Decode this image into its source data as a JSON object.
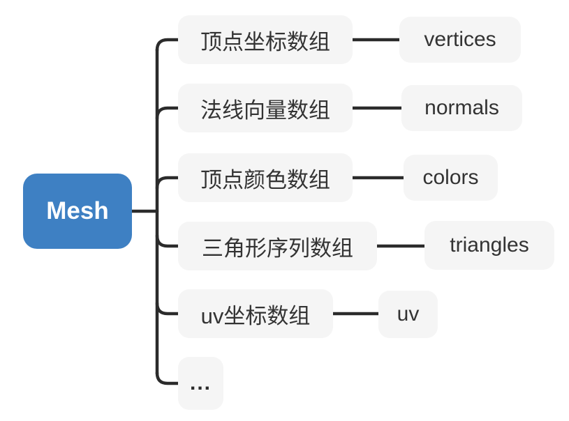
{
  "title": "Mesh mind map",
  "root": {
    "label": "Mesh"
  },
  "branches": [
    {
      "label": "顶点坐标数组",
      "child": "vertices"
    },
    {
      "label": "法线向量数组",
      "child": "normals"
    },
    {
      "label": "顶点颜色数组",
      "child": "colors"
    },
    {
      "label": "三角形序列数组",
      "child": "triangles"
    },
    {
      "label": "uv坐标数组",
      "child": "uv"
    },
    {
      "label": "...",
      "child": null
    }
  ],
  "colors": {
    "root_bg": "#3e80c3",
    "root_text": "#ffffff",
    "node_bg": "#f5f5f5",
    "node_text": "#333333",
    "line": "#2b2b2b",
    "canvas_bg": "#ffffff"
  }
}
